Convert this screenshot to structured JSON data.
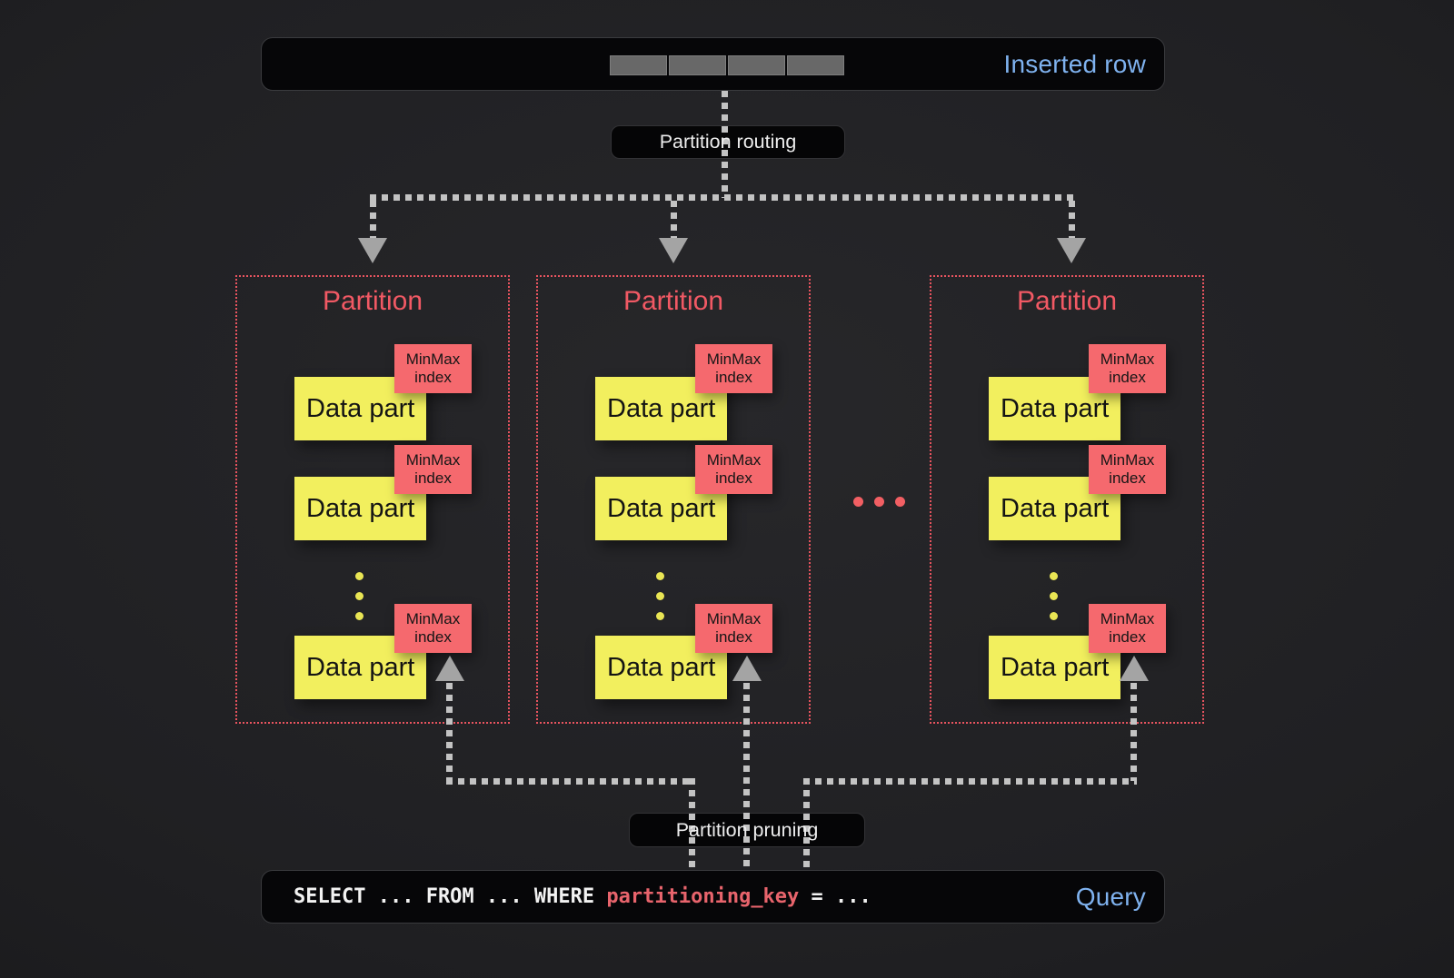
{
  "colors": {
    "background": "#202023",
    "panel_fill": "#060608",
    "panel_border": "#3a3b3e",
    "accent_blue": "#7fb2ef",
    "partition_red": "#f15964",
    "minmax_fill": "#f5696e",
    "datapart_yellow": "#f2ef5e",
    "connector_gray": "#c3c3c3",
    "code_key_red": "#e8646c",
    "row_cell_gray": "#686868"
  },
  "inserted_row": {
    "label": "Inserted row",
    "cell_count": 4
  },
  "labels": {
    "routing": "Partition routing",
    "pruning": "Partition pruning"
  },
  "partitions": [
    {
      "title": "Partition",
      "parts": [
        {
          "label": "Data part",
          "index": "MinMax index"
        },
        {
          "label": "Data part",
          "index": "MinMax index"
        },
        {
          "label": "Data part",
          "index": "MinMax index"
        }
      ]
    },
    {
      "title": "Partition",
      "parts": [
        {
          "label": "Data part",
          "index": "MinMax index"
        },
        {
          "label": "Data part",
          "index": "MinMax index"
        },
        {
          "label": "Data part",
          "index": "MinMax index"
        }
      ]
    },
    {
      "title": "Partition",
      "parts": [
        {
          "label": "Data part",
          "index": "MinMax index"
        },
        {
          "label": "Data part",
          "index": "MinMax index"
        },
        {
          "label": "Data part",
          "index": "MinMax index"
        }
      ]
    }
  ],
  "query": {
    "code_prefix": "SELECT ... FROM ... WHERE ",
    "code_key": "partitioning_key",
    "code_suffix": " = ...",
    "label": "Query"
  }
}
